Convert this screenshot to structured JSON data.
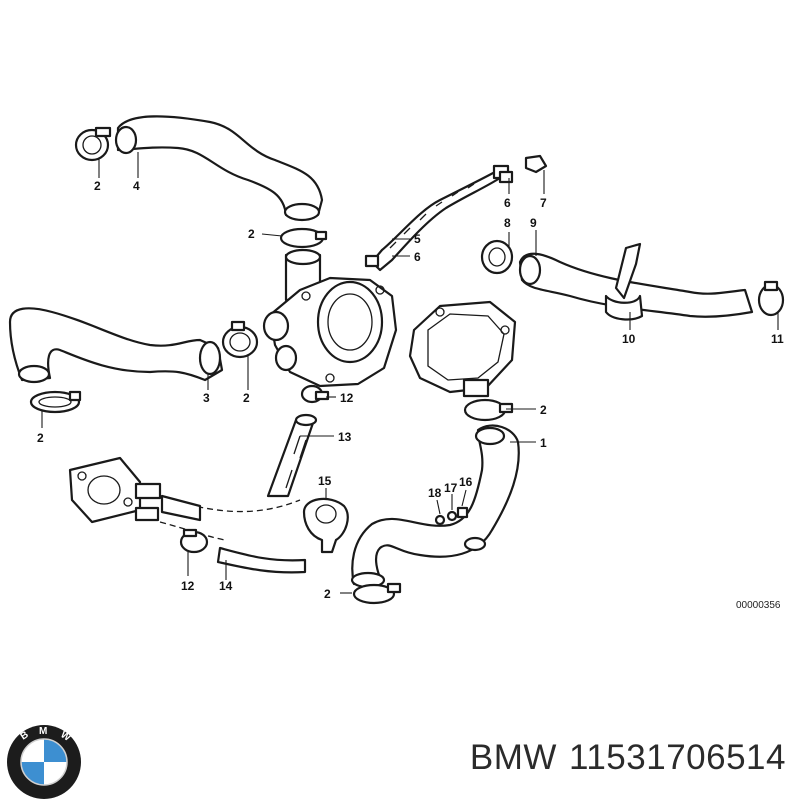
{
  "diagram": {
    "reference_code": "00000356",
    "callouts": [
      "1",
      "2",
      "3",
      "4",
      "5",
      "6",
      "7",
      "8",
      "9",
      "10",
      "11",
      "12",
      "13",
      "14",
      "15",
      "16",
      "17",
      "18"
    ]
  },
  "logo": {
    "letters": "BMW",
    "colors": {
      "blue": "#3d8fd1",
      "black": "#1c1c1c",
      "white": "#ffffff"
    }
  },
  "caption": {
    "brand": "BMW",
    "part_number": "11531706514"
  }
}
